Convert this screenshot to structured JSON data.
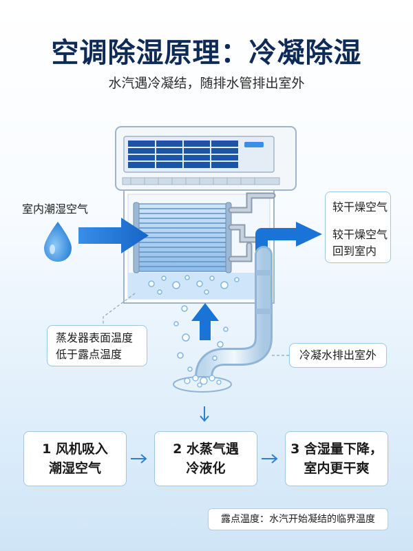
{
  "header": {
    "title": "空调除湿原理：冷凝除湿",
    "subtitle": "水汽遇冷凝结，随排水管排出室外"
  },
  "labels": {
    "humid_air": "室内潮湿空气",
    "dry_air_top": "较干燥空气",
    "dry_air_line1": "较干燥空气",
    "dry_air_line2": "回到室内",
    "evaporator_line1": "蒸发器表面温度",
    "evaporator_line2": "低于露点温度",
    "drain": "冷凝水排出室外"
  },
  "steps": [
    {
      "line1": "1 风机吸入",
      "line2": "潮湿空气"
    },
    {
      "line1": "2 水蒸气遇",
      "line2": "冷液化"
    },
    {
      "line1": "3 含湿量下降，",
      "line2": "室内更干爽"
    }
  ],
  "footnote": "露点温度：水汽开始凝结的临界温度",
  "colors": {
    "title": "#0e2a56",
    "accent_blue": "#1a73d6",
    "water": "#4aa3e8",
    "border": "#9fc7e6"
  }
}
